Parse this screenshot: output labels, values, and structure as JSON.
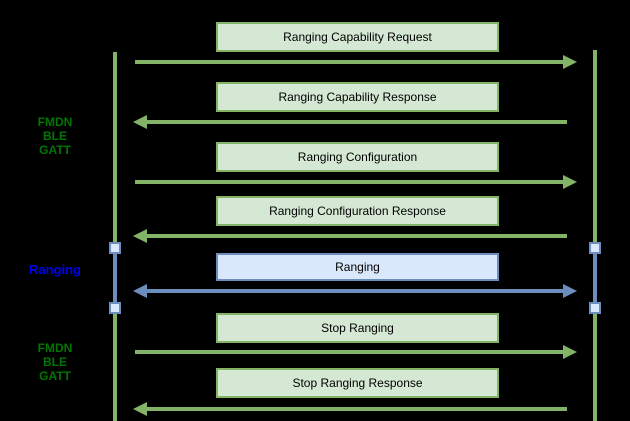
{
  "diagram": {
    "type": "sequence-diagram",
    "background": "#000000",
    "colors": {
      "green_stroke": "#82b366",
      "green_fill": "#d5e8d4",
      "blue_stroke": "#6c8ebf",
      "blue_fill": "#dae8fc",
      "phase_label_green": "#007700",
      "phase_label_blue": "#0000ee",
      "message_text": "#000000"
    },
    "phases": [
      {
        "label": "FMDN\nBLE\nGATT",
        "color": "green"
      },
      {
        "label": "Ranging",
        "color": "blue"
      },
      {
        "label": "FMDN\nBLE\nGATT",
        "color": "green"
      }
    ],
    "messages": [
      {
        "label": "Ranging Capability Request",
        "direction": "right",
        "channel": "green"
      },
      {
        "label": "Ranging Capability Response",
        "direction": "left",
        "channel": "green"
      },
      {
        "label": "Ranging Configuration",
        "direction": "right",
        "channel": "green"
      },
      {
        "label": "Ranging Configuration Response",
        "direction": "left",
        "channel": "green"
      },
      {
        "label": "Ranging",
        "direction": "both",
        "channel": "blue"
      },
      {
        "label": "Stop Ranging",
        "direction": "right",
        "channel": "green"
      },
      {
        "label": "Stop Ranging Response",
        "direction": "left",
        "channel": "green"
      }
    ]
  }
}
